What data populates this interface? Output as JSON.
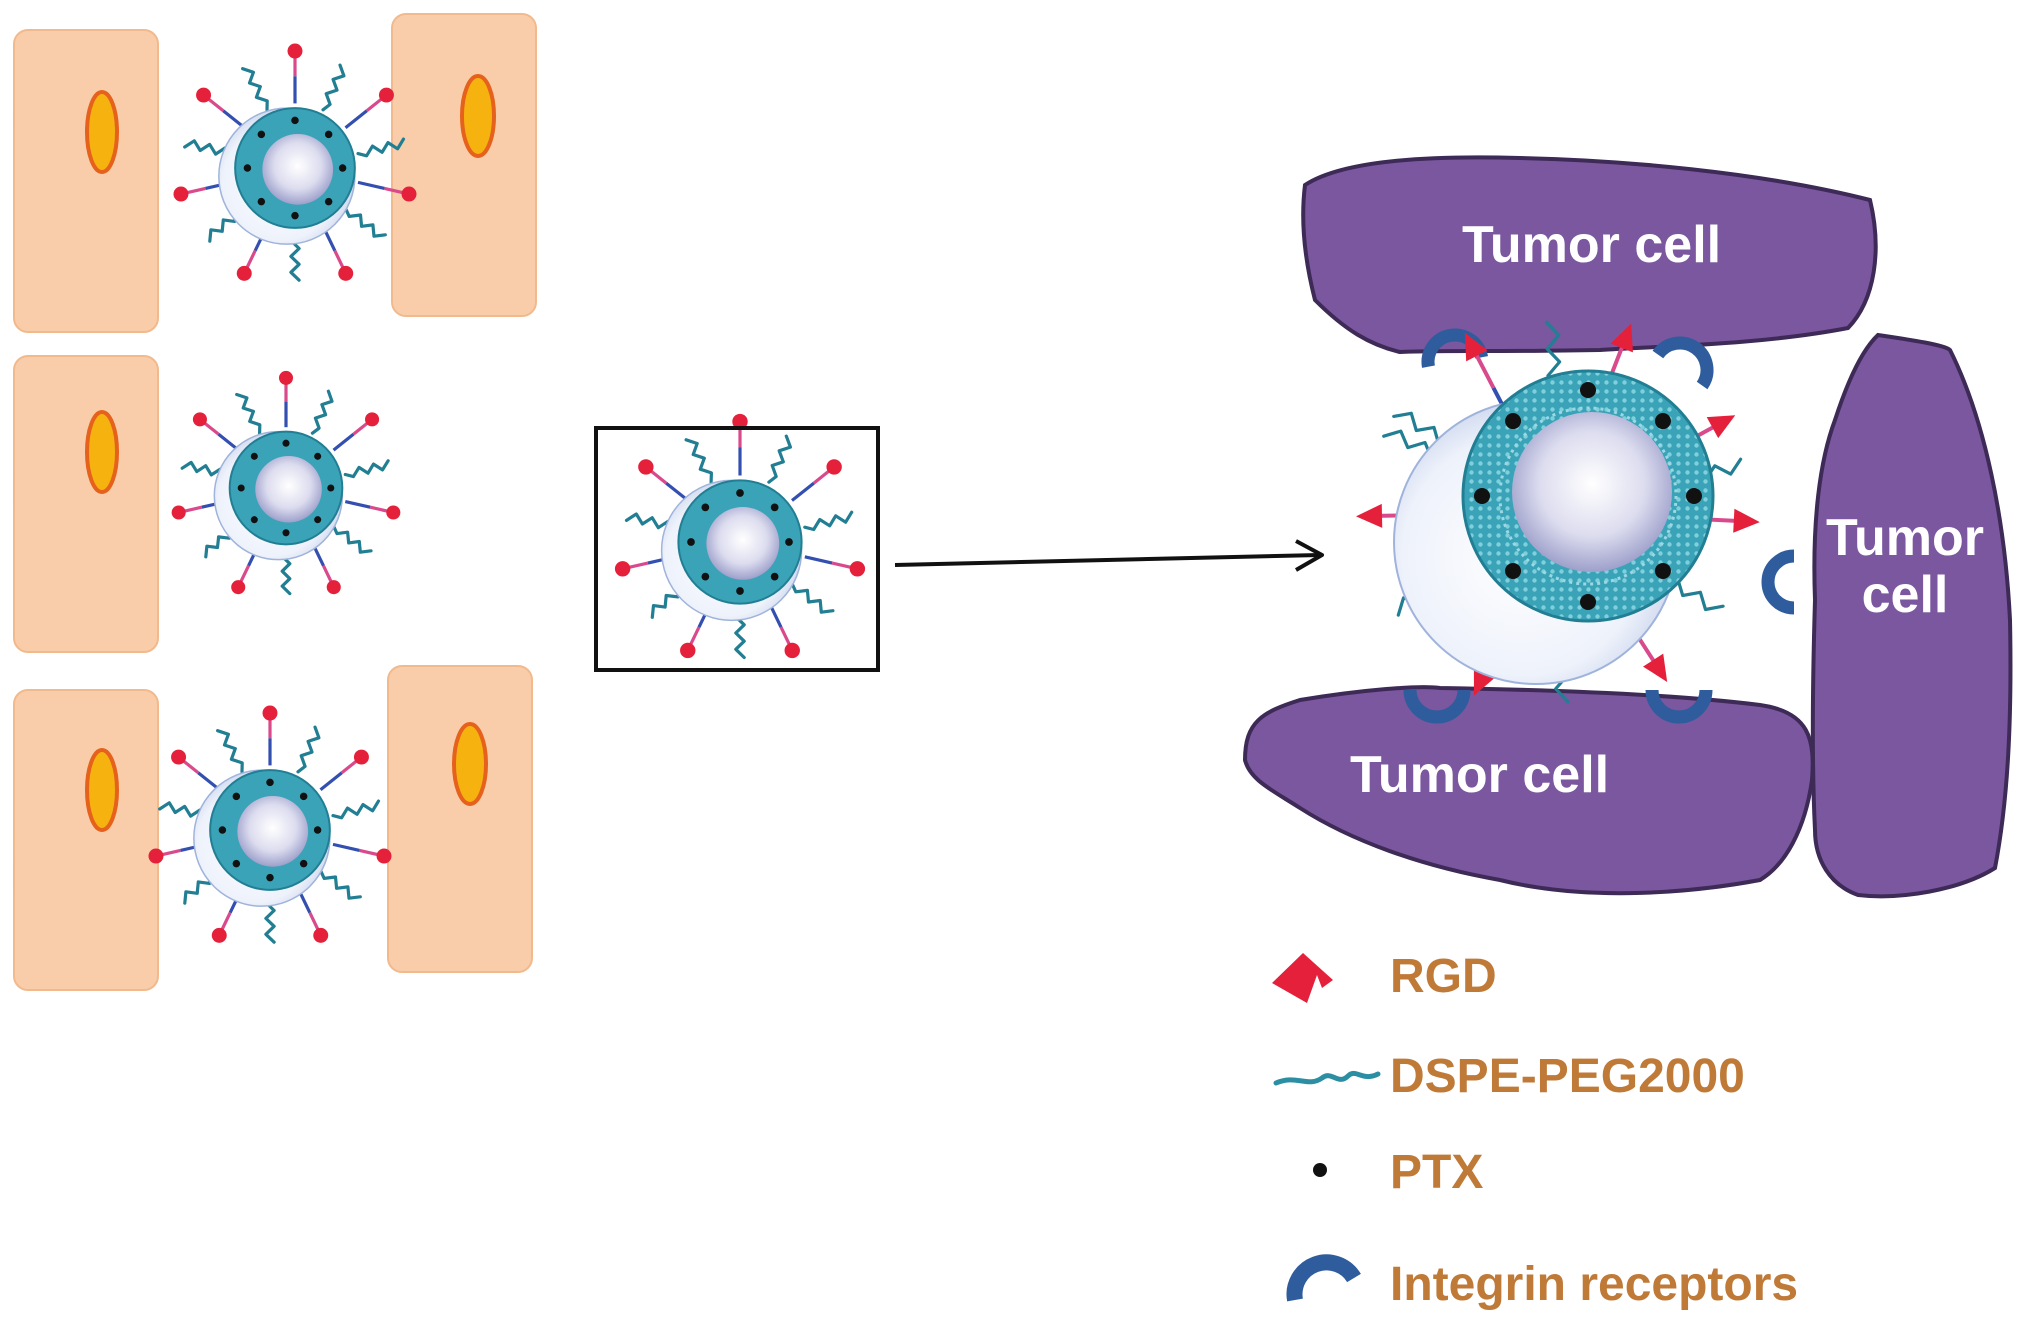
{
  "tumor_labels": {
    "top": "Tumor cell",
    "bottom": "Tumor cell",
    "right_line1": "Tumor",
    "right_line2": "cell"
  },
  "legend": [
    {
      "label": "RGD",
      "icon": "rgd-ligand-icon"
    },
    {
      "label": "DSPE-PEG2000",
      "icon": "peg-chain-icon"
    },
    {
      "label": "PTX",
      "icon": "drug-dot-icon"
    },
    {
      "label": "Integrin receptors",
      "icon": "integrin-receptor-icon"
    }
  ],
  "colors": {
    "normal_cell": "#f9cda9",
    "normal_cell_border": "#f1b98c",
    "nucleus": "#f6b310",
    "nucleus_border": "#e5611c",
    "tumor_cell": "#7a579e",
    "tumor_border": "#3d2a56",
    "shell": "#3aa3b8",
    "shell_dark": "#217e93",
    "rgd": "#e5203a",
    "pink_linker": "#d94a8c",
    "blue_linker": "#334fb0",
    "receptor": "#2f5c9c",
    "legend_text": "#c07a38",
    "tumor_text": "#ffffff"
  }
}
